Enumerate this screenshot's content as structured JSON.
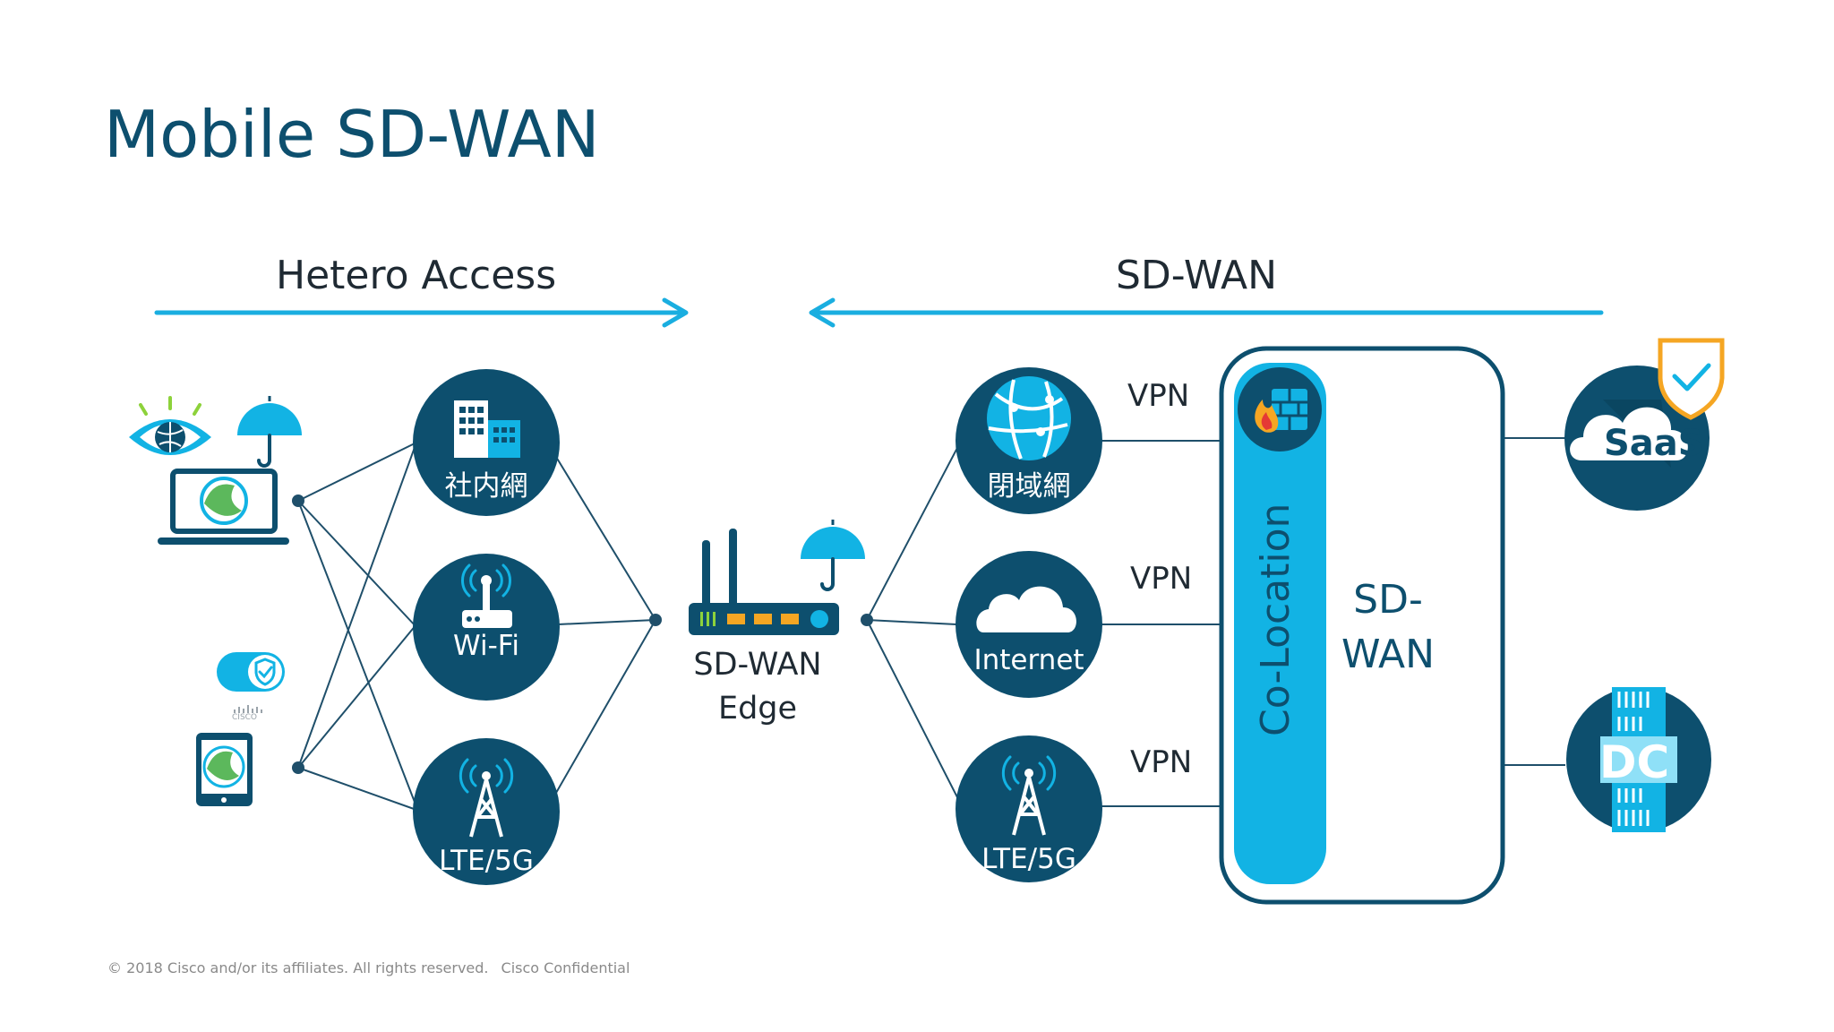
{
  "title": "Mobile SD-WAN",
  "sections": {
    "left": "Hetero Access",
    "right": "SD-WAN"
  },
  "access_networks": [
    {
      "label": "社内網",
      "icon": "office-building-icon"
    },
    {
      "label": "Wi-Fi",
      "icon": "wifi-router-icon"
    },
    {
      "label": "LTE/5G",
      "icon": "cell-tower-icon"
    }
  ],
  "edge_router": {
    "label_line1": "SD-WAN",
    "label_line2": "Edge",
    "icon": "router-icon"
  },
  "transport_networks": [
    {
      "label": "閉域網",
      "icon": "globe-icon",
      "tunnel": "VPN"
    },
    {
      "label": "Internet",
      "icon": "cloud-icon",
      "tunnel": "VPN"
    },
    {
      "label": "LTE/5G",
      "icon": "cell-tower-icon",
      "tunnel": "VPN"
    }
  ],
  "colocation": {
    "label": "Co-Location",
    "sdwan_label": "SD-WAN",
    "icon": "firewall-icon"
  },
  "destinations": [
    {
      "label": "SaaS",
      "icon": "saas-cloud-icon"
    },
    {
      "label": "DC",
      "icon": "datacenter-icon"
    }
  ],
  "devices": [
    {
      "icon": "laptop-icon"
    },
    {
      "icon": "tablet-icon"
    }
  ],
  "device_badges": {
    "eye": "eye-icon",
    "umbrella": "umbrella-icon",
    "shield_toggle": "shield-toggle-icon",
    "brand_caption": "CISCO"
  },
  "footer": {
    "copyright": "© 2018 Cisco and/or its affiliates. All rights reserved.",
    "confidential": "Cisco Confidential"
  },
  "colors": {
    "navy": "#0d4f6e",
    "cyan": "#12b3e4",
    "arrow": "#1aaee0",
    "amber": "#f5a623"
  }
}
